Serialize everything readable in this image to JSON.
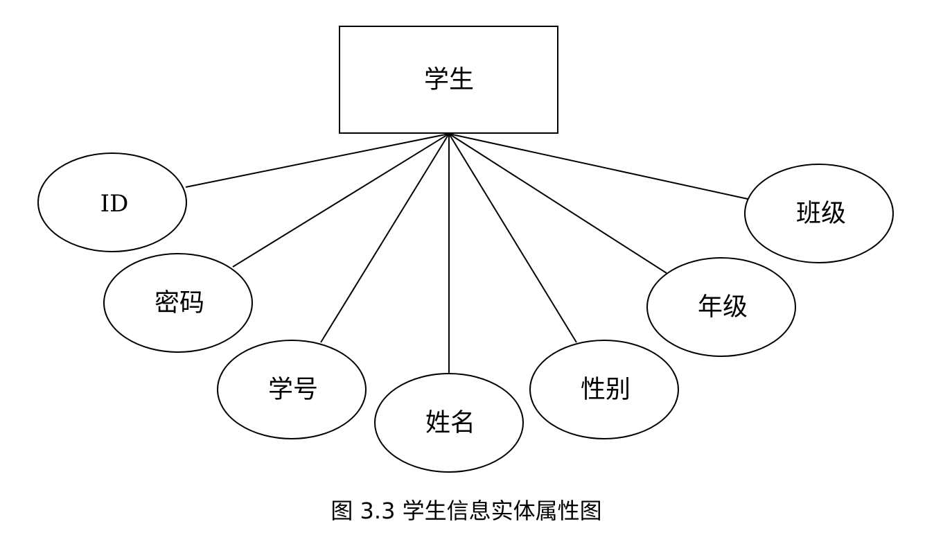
{
  "entity": {
    "label": "学生"
  },
  "attributes": [
    {
      "id": "attr-id",
      "label": "ID"
    },
    {
      "id": "attr-password",
      "label": "密码"
    },
    {
      "id": "attr-student-number",
      "label": "学号"
    },
    {
      "id": "attr-name",
      "label": "姓名"
    },
    {
      "id": "attr-gender",
      "label": "性别"
    },
    {
      "id": "attr-grade",
      "label": "年级"
    },
    {
      "id": "attr-class",
      "label": "班级"
    }
  ],
  "caption": {
    "text": "图 3.3  学生信息实体属性图"
  }
}
